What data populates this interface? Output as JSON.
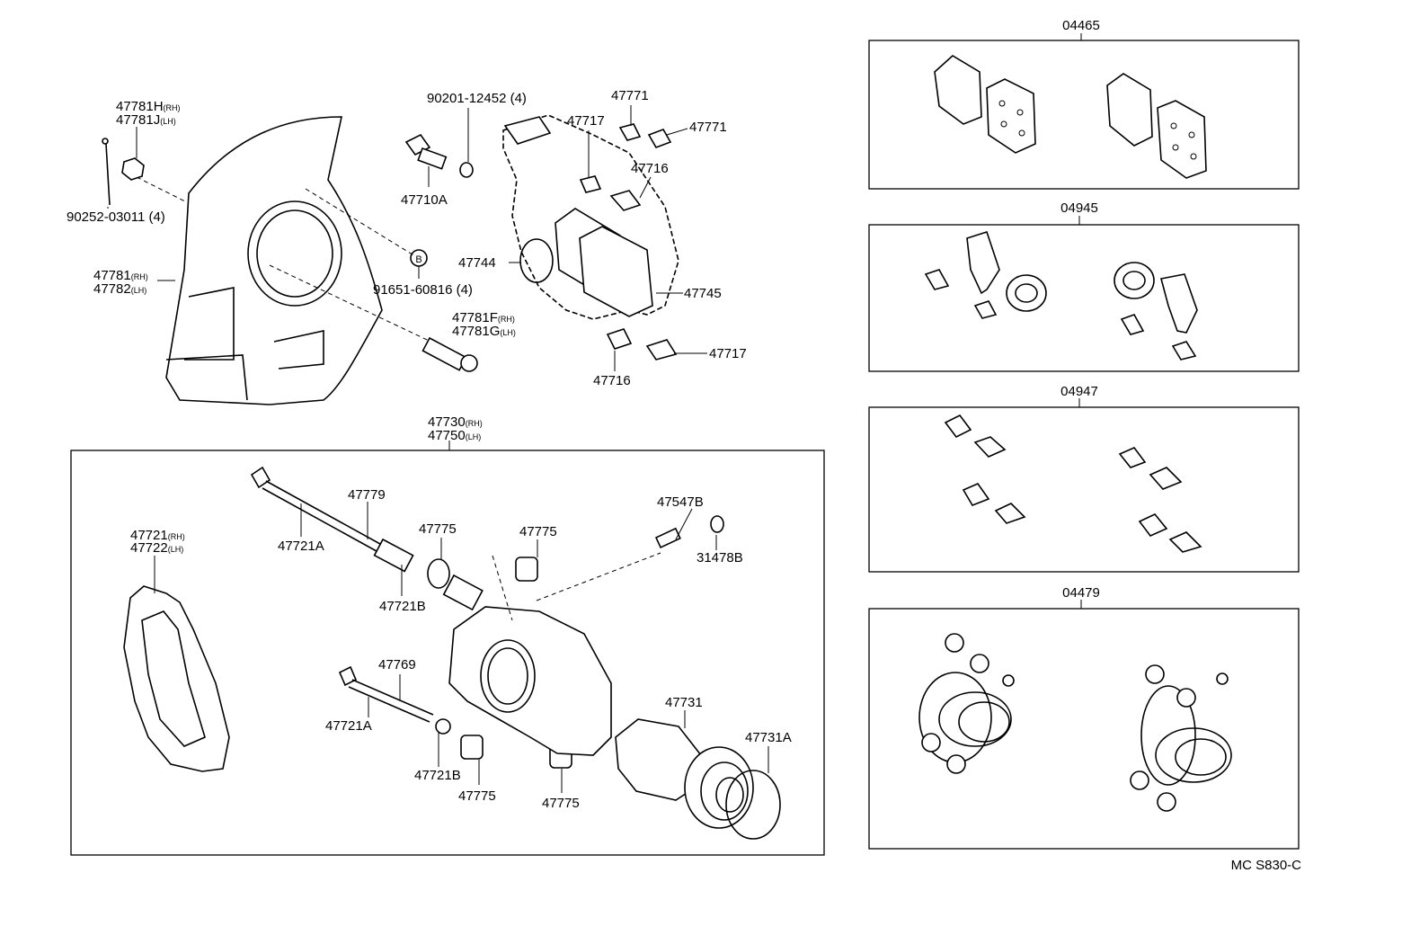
{
  "diagram_code": "MC S830-C",
  "kits": [
    {
      "part_no": "04465"
    },
    {
      "part_no": "04945"
    },
    {
      "part_no": "04947"
    },
    {
      "part_no": "04479"
    }
  ],
  "callouts": {
    "c47781H": {
      "main": "47781H",
      "side": "(RH)"
    },
    "c47781J": {
      "main": "47781J",
      "side": "(LH)"
    },
    "c90252": {
      "main": "90252-03011 (4)"
    },
    "c47781": {
      "main": "47781",
      "side": "(RH)"
    },
    "c47782": {
      "main": "47782",
      "side": "(LH)"
    },
    "c90201": {
      "main": "90201-12452 (4)"
    },
    "c47710A": {
      "main": "47710A"
    },
    "mark_b": {
      "main": "B"
    },
    "c91651": {
      "main": "91651-60816 (4)"
    },
    "c47781F": {
      "main": "47781F",
      "side": "(RH)"
    },
    "c47781G": {
      "main": "47781G",
      "side": "(LH)"
    },
    "c47771a": {
      "main": "47771"
    },
    "c47771b": {
      "main": "47771"
    },
    "c47717a": {
      "main": "47717"
    },
    "c47716a": {
      "main": "47716"
    },
    "c47744": {
      "main": "47744"
    },
    "c47745": {
      "main": "47745"
    },
    "c47717b": {
      "main": "47717"
    },
    "c47716b": {
      "main": "47716"
    },
    "c47730": {
      "main": "47730",
      "side": "(RH)"
    },
    "c47750": {
      "main": "47750",
      "side": "(LH)"
    },
    "c47779": {
      "main": "47779"
    },
    "c47721Aa": {
      "main": "47721A"
    },
    "c47775a": {
      "main": "47775"
    },
    "c47775b": {
      "main": "47775"
    },
    "c47547B": {
      "main": "47547B"
    },
    "c31478B": {
      "main": "31478B"
    },
    "c47721Ba": {
      "main": "47721B"
    },
    "c47721": {
      "main": "47721",
      "side": "(RH)"
    },
    "c47722": {
      "main": "47722",
      "side": "(LH)"
    },
    "c47769": {
      "main": "47769"
    },
    "c47721Ab": {
      "main": "47721A"
    },
    "c47721Bb": {
      "main": "47721B"
    },
    "c47775c": {
      "main": "47775"
    },
    "c47775d": {
      "main": "47775"
    },
    "c47731": {
      "main": "47731"
    },
    "c47731A": {
      "main": "47731A"
    }
  }
}
